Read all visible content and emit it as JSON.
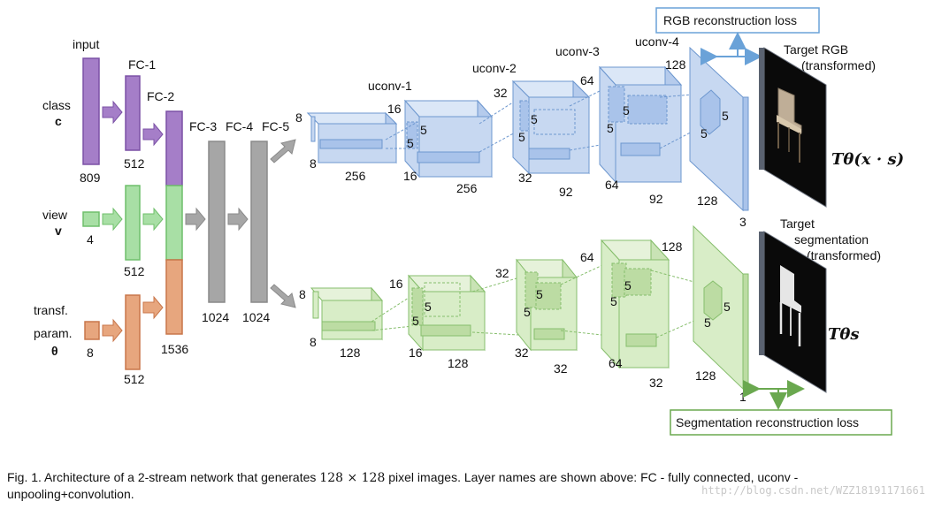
{
  "inputs": {
    "header": "input",
    "class_label": "class",
    "class_sym": "c",
    "class_size": "809",
    "view_label": "view",
    "view_sym": "v",
    "view_size": "4",
    "transf_label1": "transf.",
    "transf_label2": "param.",
    "transf_sym": "θ",
    "transf_size": "8"
  },
  "fc": {
    "fc1": "FC-1",
    "fc2": "FC-2",
    "fc3": "FC-3",
    "fc4": "FC-4",
    "fc5": "FC-5",
    "fc1_size_class": "512",
    "fc1_size_view": "512",
    "fc1_size_transf": "512",
    "fc2_size": "1536",
    "fc3_size": "1024",
    "fc4_size": "1024"
  },
  "uconv": {
    "u1": "uconv-1",
    "u2": "uconv-2",
    "u3": "uconv-3",
    "u4": "uconv-4"
  },
  "rgb_stream": {
    "b0_depth": "8",
    "b0_h": "8",
    "b0_w": "256",
    "k1": "5",
    "k1b": "5",
    "b1_depth": "16",
    "b1_h": "16",
    "b1_w": "256",
    "k2": "5",
    "k2b": "5",
    "b2_depth": "32",
    "b2_h": "32",
    "b2_w": "92",
    "k3": "5",
    "k3b": "5",
    "b3_depth": "64",
    "b3_h": "64",
    "b3_w": "92",
    "k4": "5",
    "k4b": "5",
    "b4_top": "128",
    "b4_w": "128",
    "b4_d": "3"
  },
  "seg_stream": {
    "b0_depth": "8",
    "b0_h": "8",
    "b0_w": "128",
    "k1": "5",
    "k1b": "5",
    "b1_depth": "16",
    "b1_h": "16",
    "b1_w": "128",
    "k2": "5",
    "k2b": "5",
    "b2_depth": "32",
    "b2_h": "32",
    "b2_w": "32",
    "k3": "5",
    "k3b": "5",
    "b3_depth": "64",
    "b3_h": "64",
    "b3_w": "32",
    "k4": "5",
    "k4b": "5",
    "b4_top": "128",
    "b4_w": "128",
    "b4_d": "1"
  },
  "outputs": {
    "rgb_title1": "Target RGB",
    "rgb_title2": "(transformed)",
    "rgb_formula": "Tθ(x · s)",
    "rgb_loss": "RGB reconstruction loss",
    "seg_title1": "Target",
    "seg_title2": "segmentation",
    "seg_title3": "(transformed)",
    "seg_formula": "Tθs",
    "seg_loss": "Segmentation reconstruction loss"
  },
  "caption": {
    "prefix": "Fig. 1.  Architecture of a 2-stream network that generates ",
    "math": "128 × 128",
    "suffix": " pixel images. Layer names are shown above: FC - fully connected, uconv - unpooling+convolution."
  },
  "watermark": "http://blog.csdn.net/WZZ18191171661",
  "colors": {
    "purple": "#a57ec8",
    "green": "#a8dfa5",
    "orange": "#e7a67e",
    "gray": "#a6a6a6",
    "blue_fill": "#c7d8f1",
    "blue_stroke": "#6d97cf",
    "green_fill": "#d8edc7",
    "green_stroke": "#86be6c",
    "loss_arrow_blue": "#6aa2d8",
    "loss_arrow_green": "#6aa84f"
  }
}
